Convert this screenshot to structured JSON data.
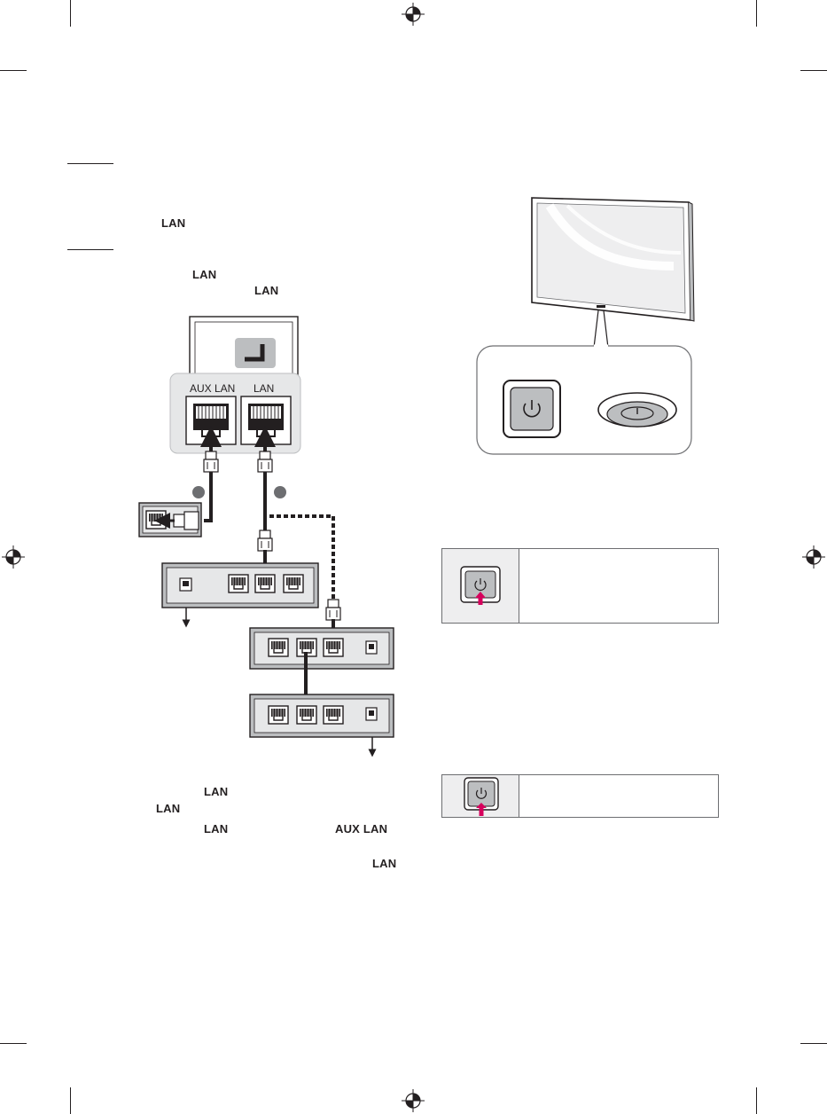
{
  "labels": {
    "lan_1": "LAN",
    "lan_2": "LAN",
    "lan_3": "LAN",
    "lan_4": "LAN",
    "lan_5": "LAN",
    "lan_6": "LAN",
    "aux_lan_1": "AUX LAN",
    "lan_7": "LAN"
  },
  "diagram": {
    "aux_lan_port": "AUX LAN",
    "lan_port": "LAN"
  },
  "colors": {
    "ink": "#231f20",
    "panel_grey": "#bcbec0",
    "light_grey": "#e6e7e8",
    "accent_arrow": "#d6005c"
  },
  "icons": {
    "power_button": "power-icon",
    "joystick": "joystick-icon",
    "registration": "registration-mark-icon"
  }
}
